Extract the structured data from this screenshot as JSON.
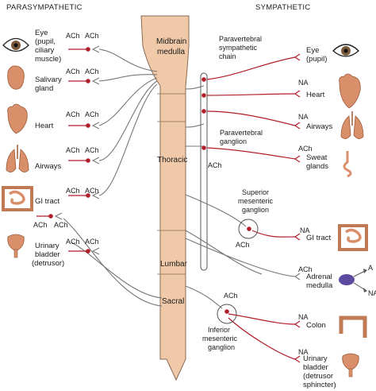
{
  "headers": {
    "left": "PARASYMPATHETIC",
    "right": "SYMPATHETIC"
  },
  "spinal_segments": {
    "s1": "Midbrain",
    "s1b": "medulla",
    "s2": "Thoracic",
    "s3": "Lumbar",
    "s4": "Sacral"
  },
  "chain_labels": {
    "paravertebral_chain_1": "Paravertebral",
    "paravertebral_chain_2": "sympathetic",
    "paravertebral_chain_3": "chain",
    "paravertebral_ganglion_1": "Paravertebral",
    "paravertebral_ganglion_2": "ganglion",
    "superior_mesenteric_1": "Superior",
    "superior_mesenteric_2": "mesenteric",
    "superior_mesenteric_3": "ganglion",
    "inferior_mesenteric_1": "Inferior",
    "inferior_mesenteric_2": "mesenteric",
    "inferior_mesenteric_3": "ganglion"
  },
  "transmitter": {
    "ach": "ACh",
    "na": "NA",
    "adrenaline": "A"
  },
  "parasympathetic_targets": [
    {
      "line1": "Eye",
      "line2": "(pupil,",
      "line3": "ciliary",
      "line4": "muscle)"
    },
    {
      "line1": "Salivary",
      "line2": "gland"
    },
    {
      "line1": "Heart"
    },
    {
      "line1": "Airways"
    },
    {
      "line1": "GI tract"
    },
    {
      "line1": "Urinary",
      "line2": "bladder",
      "line3": "(detrusor)"
    }
  ],
  "sympathetic_targets": [
    {
      "line1": "Eye",
      "line2": "(pupil)"
    },
    {
      "line1": "Heart"
    },
    {
      "line1": "Airways"
    },
    {
      "line1": "Sweat",
      "line2": "glands"
    },
    {
      "line1": "GI tract"
    },
    {
      "line1": "Adrenal",
      "line2": "medulla"
    },
    {
      "line1": "Colon"
    },
    {
      "line1": "Urinary",
      "line2": "bladder",
      "line3": "(detrusor",
      "line4": "sphincter)"
    }
  ],
  "colors": {
    "spine": "#f0c9a8",
    "spine_stroke": "#8a6a55",
    "nerve_red": "#b01e2a",
    "nerve_gray": "#777777",
    "organ": "#d9906a",
    "adrenal": "#5b4a9e"
  }
}
